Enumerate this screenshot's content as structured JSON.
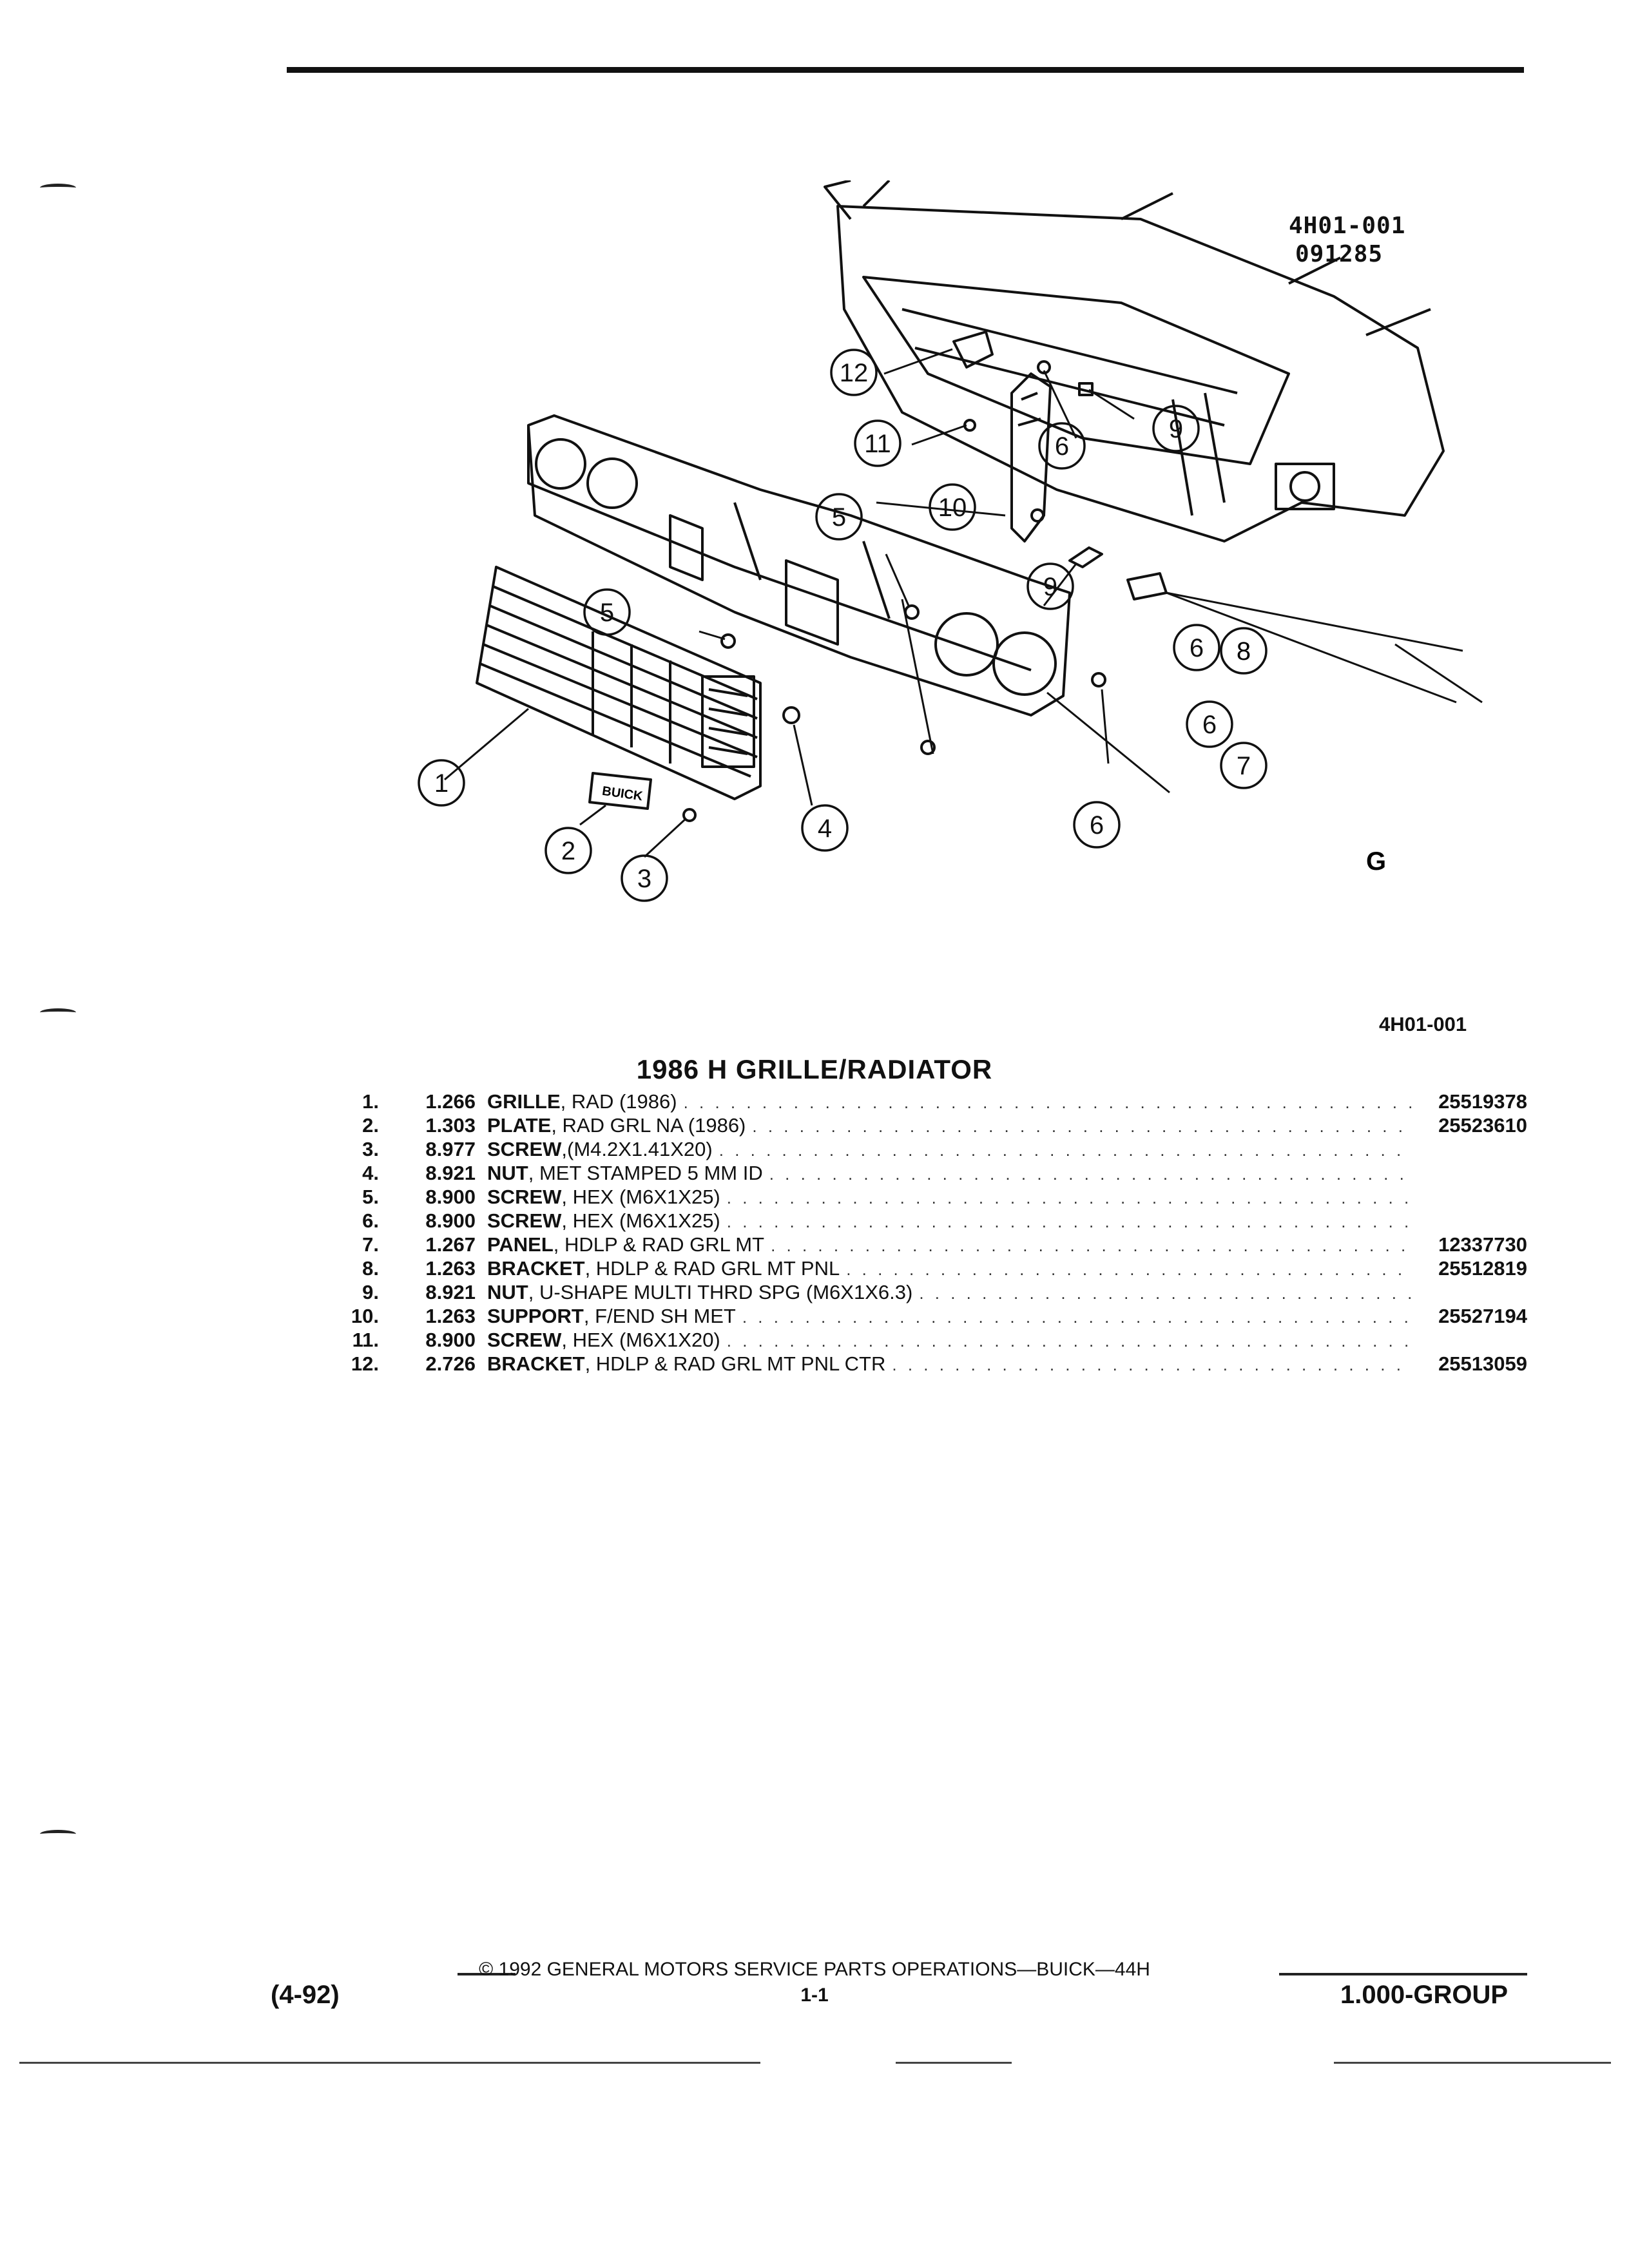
{
  "diagram": {
    "ref_code": "4H01-001",
    "ref_date": "091285",
    "emblem_text": "BUICK",
    "corner_mark": "G",
    "callouts": [
      "1",
      "2",
      "3",
      "4",
      "5",
      "5",
      "6",
      "6",
      "6",
      "6",
      "7",
      "8",
      "9",
      "9",
      "10",
      "11",
      "12"
    ]
  },
  "figure_ref": "4H01-001",
  "title": "1986 H GRILLE/RADIATOR",
  "parts": [
    {
      "num": "1.",
      "group": "1.266",
      "name": "GRILLE",
      "desc": ", RAD (1986)",
      "part": "25519378"
    },
    {
      "num": "2.",
      "group": "1.303",
      "name": "PLATE",
      "desc": ", RAD GRL NA (1986)",
      "part": "25523610"
    },
    {
      "num": "3.",
      "group": "8.977",
      "name": "SCREW",
      "desc": ",(M4.2X1.41X20)",
      "part": ""
    },
    {
      "num": "4.",
      "group": "8.921",
      "name": "NUT",
      "desc": ", MET STAMPED 5 MM ID",
      "part": ""
    },
    {
      "num": "5.",
      "group": "8.900",
      "name": "SCREW",
      "desc": ", HEX (M6X1X25)",
      "part": ""
    },
    {
      "num": "6.",
      "group": "8.900",
      "name": "SCREW",
      "desc": ", HEX (M6X1X25)",
      "part": ""
    },
    {
      "num": "7.",
      "group": "1.267",
      "name": "PANEL",
      "desc": ", HDLP & RAD GRL MT",
      "part": "12337730"
    },
    {
      "num": "8.",
      "group": "1.263",
      "name": "BRACKET",
      "desc": ", HDLP & RAD GRL MT PNL",
      "part": "25512819"
    },
    {
      "num": "9.",
      "group": "8.921",
      "name": "NUT",
      "desc": ", U-SHAPE MULTI THRD SPG (M6X1X6.3)",
      "part": ""
    },
    {
      "num": "10.",
      "group": "1.263",
      "name": "SUPPORT",
      "desc": ", F/END SH MET",
      "part": "25527194"
    },
    {
      "num": "11.",
      "group": "8.900",
      "name": "SCREW",
      "desc": ", HEX (M6X1X20)",
      "part": ""
    },
    {
      "num": "12.",
      "group": "2.726",
      "name": "BRACKET",
      "desc": ", HDLP & RAD GRL MT PNL CTR",
      "part": "25513059"
    }
  ],
  "footer": {
    "copyright": "© 1992 GENERAL MOTORS SERVICE PARTS OPERATIONS—BUICK—44H",
    "page": "1-1",
    "date_code": "(4-92)",
    "group": "1.000-GROUP"
  }
}
